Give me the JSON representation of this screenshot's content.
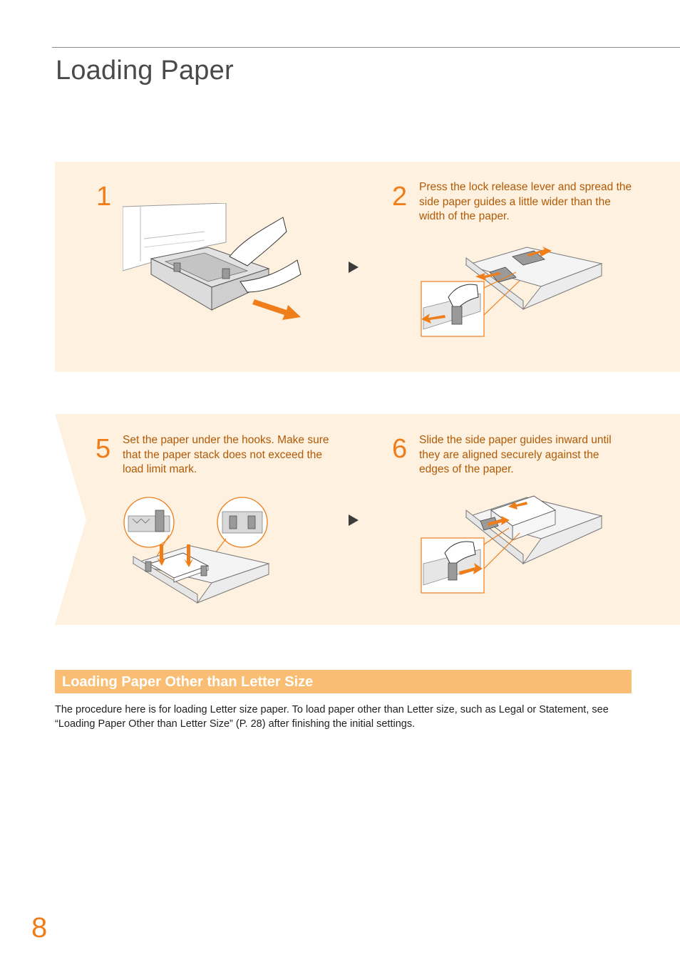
{
  "page": {
    "title": "Loading Paper",
    "number": "8"
  },
  "steps": [
    {
      "num": "1",
      "text": ""
    },
    {
      "num": "2",
      "text": "Press the lock release lever and spread the side paper guides a little wider than the width of the paper."
    },
    {
      "num": "5",
      "text": "Set the paper under the hooks. Make sure that the paper stack does not exceed the load limit mark."
    },
    {
      "num": "6",
      "text": "Slide the side paper guides inward until they are aligned securely against the edges of the paper."
    }
  ],
  "section": {
    "heading": "Loading Paper Other than Letter Size",
    "body": "The procedure here is for loading Letter size paper. To load paper other than Letter size, such as Legal or Statement, see “Loading Paper Other than Letter Size” (P. 28) after finishing the initial settings."
  },
  "colors": {
    "accent": "#ee7d1a",
    "panel_bg": "#fff1e0",
    "section_bar": "#f9be73",
    "step_text": "#b05a06"
  },
  "icons": [
    "next-arrow-icon"
  ]
}
